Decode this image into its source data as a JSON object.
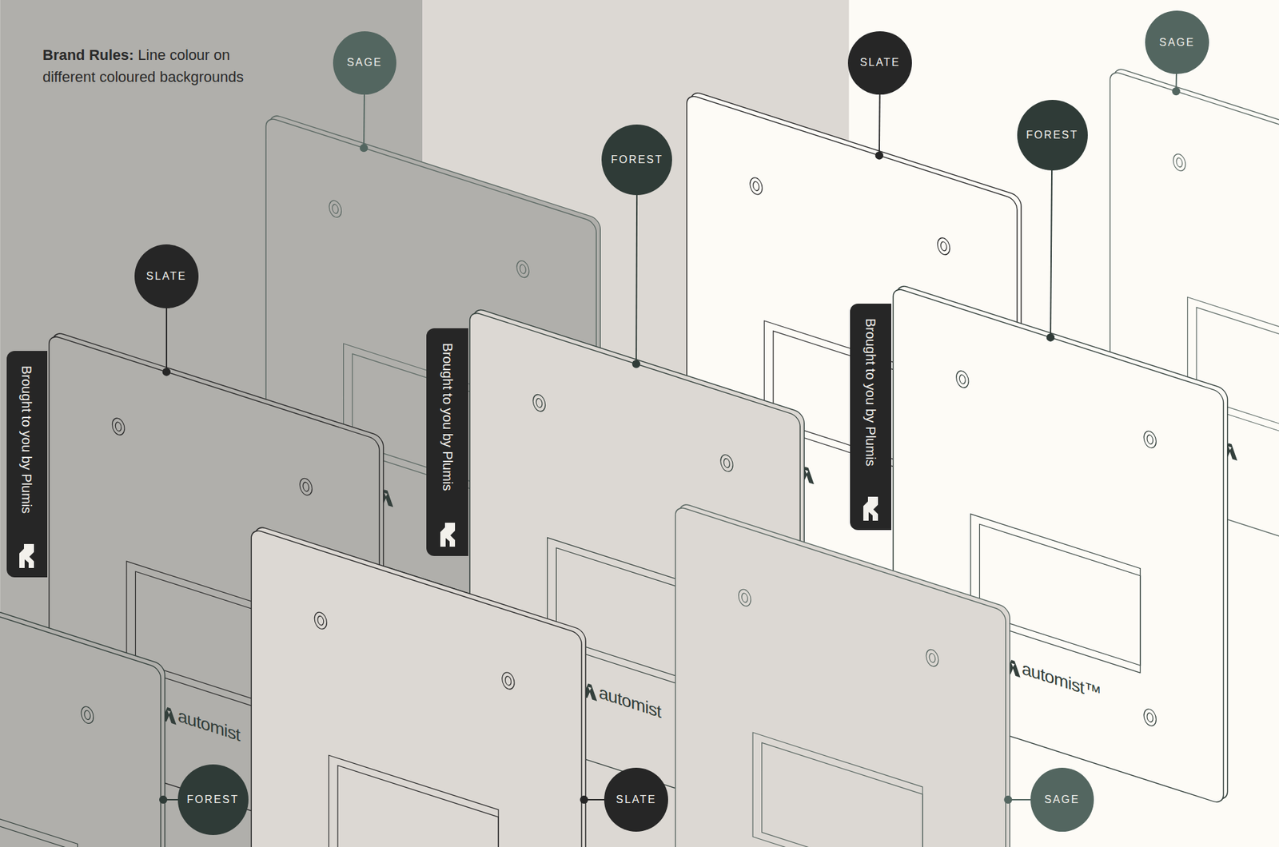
{
  "diagram": {
    "title": "Brand Rules:",
    "nodes": [
      {
        "text": [
          "SAGE"
        ]
      },
      {
        "text": [
          "SLATE"
        ]
      },
      {
        "text": [
          "SAGE"
        ]
      },
      {
        "text": [
          "FOREST"
        ]
      },
      {
        "text": [
          "FOREST"
        ]
      },
      {
        "text": [
          "SLATE"
        ]
      },
      {
        "text": [
          "Brought to you by Plumis"
        ]
      },
      {
        "text": [
          "Brought to you by Plumis"
        ]
      },
      {
        "text": [
          "Brought to you by Plumis"
        ]
      },
      {
        "text": [
          "FOREST"
        ]
      },
      {
        "text": [
          "SLATE"
        ]
      },
      {
        "text": [
          "SAGE"
        ]
      }
    ],
    "labels": [
      "Line colour on different coloured backgrounds",
      "automist",
      "automist",
      "automist™"
    ]
  }
}
